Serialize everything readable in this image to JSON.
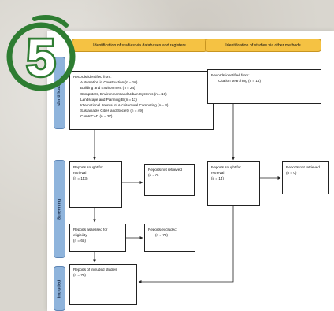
{
  "badge": {
    "number": "5",
    "color": "#2e7d32"
  },
  "headers": {
    "databases": "Identification of studies via databases and registers",
    "other": "Identification of studies via other methods"
  },
  "stages": {
    "identification": "Identification",
    "screening": "Screening",
    "included": "Included"
  },
  "records_databases": {
    "title": "Records identified from:",
    "items": [
      "Automation in Construction (n = 10)",
      "Building and Environment (n = 24)",
      "Computers, Environment and Urban Systems (n = 18)",
      "Landscape and Planning B (n = 11)",
      "International Journal of Architectural Computing (n = 4)",
      "Sustainable Cities and Society (n = 49)",
      "CumInCAD (n = 27)"
    ]
  },
  "records_other": {
    "title": "Records identified from:",
    "item": "Citation searching (n = 14)"
  },
  "sought_left": {
    "line1": "Reports sought for",
    "line2": "retrieval",
    "line3": "(n = 143)"
  },
  "not_retrieved_left": {
    "line1": "Reports not retrieved",
    "line2": "(n = 0)"
  },
  "assessed": {
    "line1": "Reports assessed for",
    "line2": "eligibility",
    "line3": "(n = 65)"
  },
  "excluded": {
    "line1": "Reports excluded:",
    "line2": "(n = 78)"
  },
  "sought_right": {
    "line1": "Reports sought for",
    "line2": "retrieval",
    "line3": "(n = 14)"
  },
  "not_retrieved_right": {
    "line1": "Reports not retrieved",
    "line2": "(n = 0)"
  },
  "included_box": {
    "line1": "Reports of included studies",
    "line2": "(n = 79)"
  },
  "colors": {
    "header": "#f5c243",
    "stage": "#8fb4dc"
  }
}
